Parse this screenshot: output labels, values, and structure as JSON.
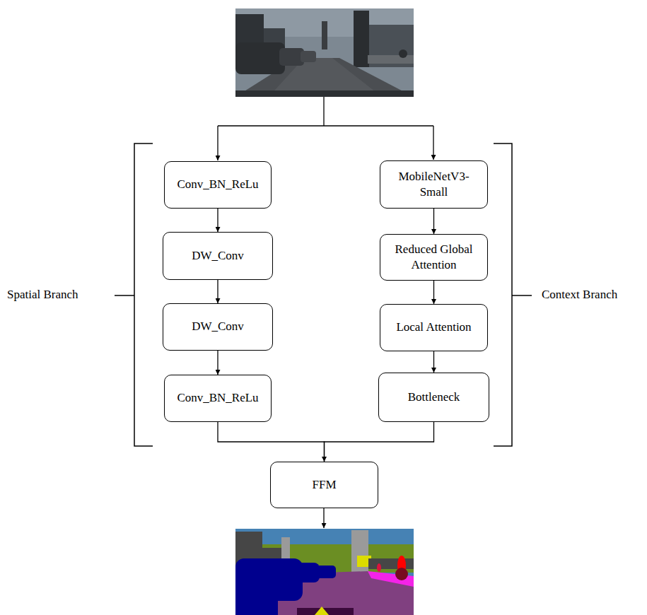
{
  "diagram": {
    "nodes": [
      {
        "text": [
          "Conv_BN_ReLu"
        ]
      },
      {
        "text": [
          "DW_Conv"
        ]
      },
      {
        "text": [
          "DW_Conv"
        ]
      },
      {
        "text": [
          "Conv_BN_ReLu"
        ]
      },
      {
        "text": [
          "MobileNetV3- Small"
        ]
      },
      {
        "text": [
          "Reduced Global Attention"
        ]
      },
      {
        "text": [
          "Local Attention"
        ]
      },
      {
        "text": [
          "Bottleneck"
        ]
      },
      {
        "text": [
          "FFM"
        ]
      }
    ],
    "edges": [
      {
        "from": 0,
        "to": 1,
        "arrow": "to"
      },
      {
        "from": 1,
        "to": 2,
        "arrow": "to"
      },
      {
        "from": 2,
        "to": 3,
        "arrow": "to"
      },
      {
        "from": 4,
        "to": 5,
        "arrow": "to"
      },
      {
        "from": 5,
        "to": 6,
        "arrow": "to"
      },
      {
        "from": 6,
        "to": 7,
        "arrow": "to"
      },
      {
        "from": 3,
        "to": 8,
        "arrow": "none"
      },
      {
        "from": 7,
        "to": 8,
        "arrow": "to"
      }
    ],
    "labels": [
      "Spatial Branch",
      "Context Branch"
    ]
  }
}
